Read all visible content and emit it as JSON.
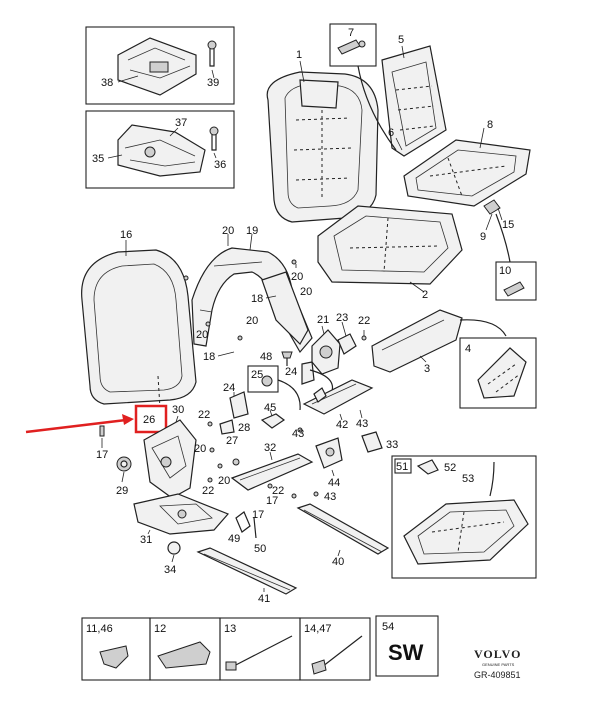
{
  "diagram": {
    "callouts": {
      "c1": "1",
      "c2": "2",
      "c3": "3",
      "c4": "4",
      "c5": "5",
      "c6": "6",
      "c7": "7",
      "c8": "8",
      "c9": "9",
      "c10": "10",
      "c15": "15",
      "c16": "16",
      "c17a": "17",
      "c17b": "17",
      "c17c": "17",
      "c18a": "18",
      "c18b": "18",
      "c19": "19",
      "c20a": "20",
      "c20b": "20",
      "c20c": "20",
      "c20d": "20",
      "c20e": "20",
      "c20f": "20",
      "c20g": "20",
      "c21": "21",
      "c22a": "22",
      "c22b": "22",
      "c22c": "22",
      "c22d": "22",
      "c23": "23",
      "c24a": "24",
      "c24b": "24",
      "c25": "25",
      "c26": "26",
      "c27": "27",
      "c28": "28",
      "c29": "29",
      "c30": "30",
      "c31": "31",
      "c32": "32",
      "c33": "33",
      "c34": "34",
      "c35": "35",
      "c36": "36",
      "c37": "37",
      "c38": "38",
      "c39": "39",
      "c40": "40",
      "c41": "41",
      "c42": "42",
      "c43a": "43",
      "c43b": "43",
      "c43c": "43",
      "c44": "44",
      "c45": "45",
      "c48": "48",
      "c49": "49",
      "c50": "50",
      "c51": "51",
      "c52": "52",
      "c53": "53"
    },
    "highlighted_part": "26",
    "highlight_color": "#e02020",
    "legend_boxes": {
      "b1": "11,46",
      "b2": "12",
      "b3": "13",
      "b4": "14,47",
      "b5": "54"
    },
    "sw_label": "SW",
    "brand_name": "VOLVO",
    "brand_subtitle": "GENUINE PARTS",
    "diagram_code": "GR-409851"
  }
}
